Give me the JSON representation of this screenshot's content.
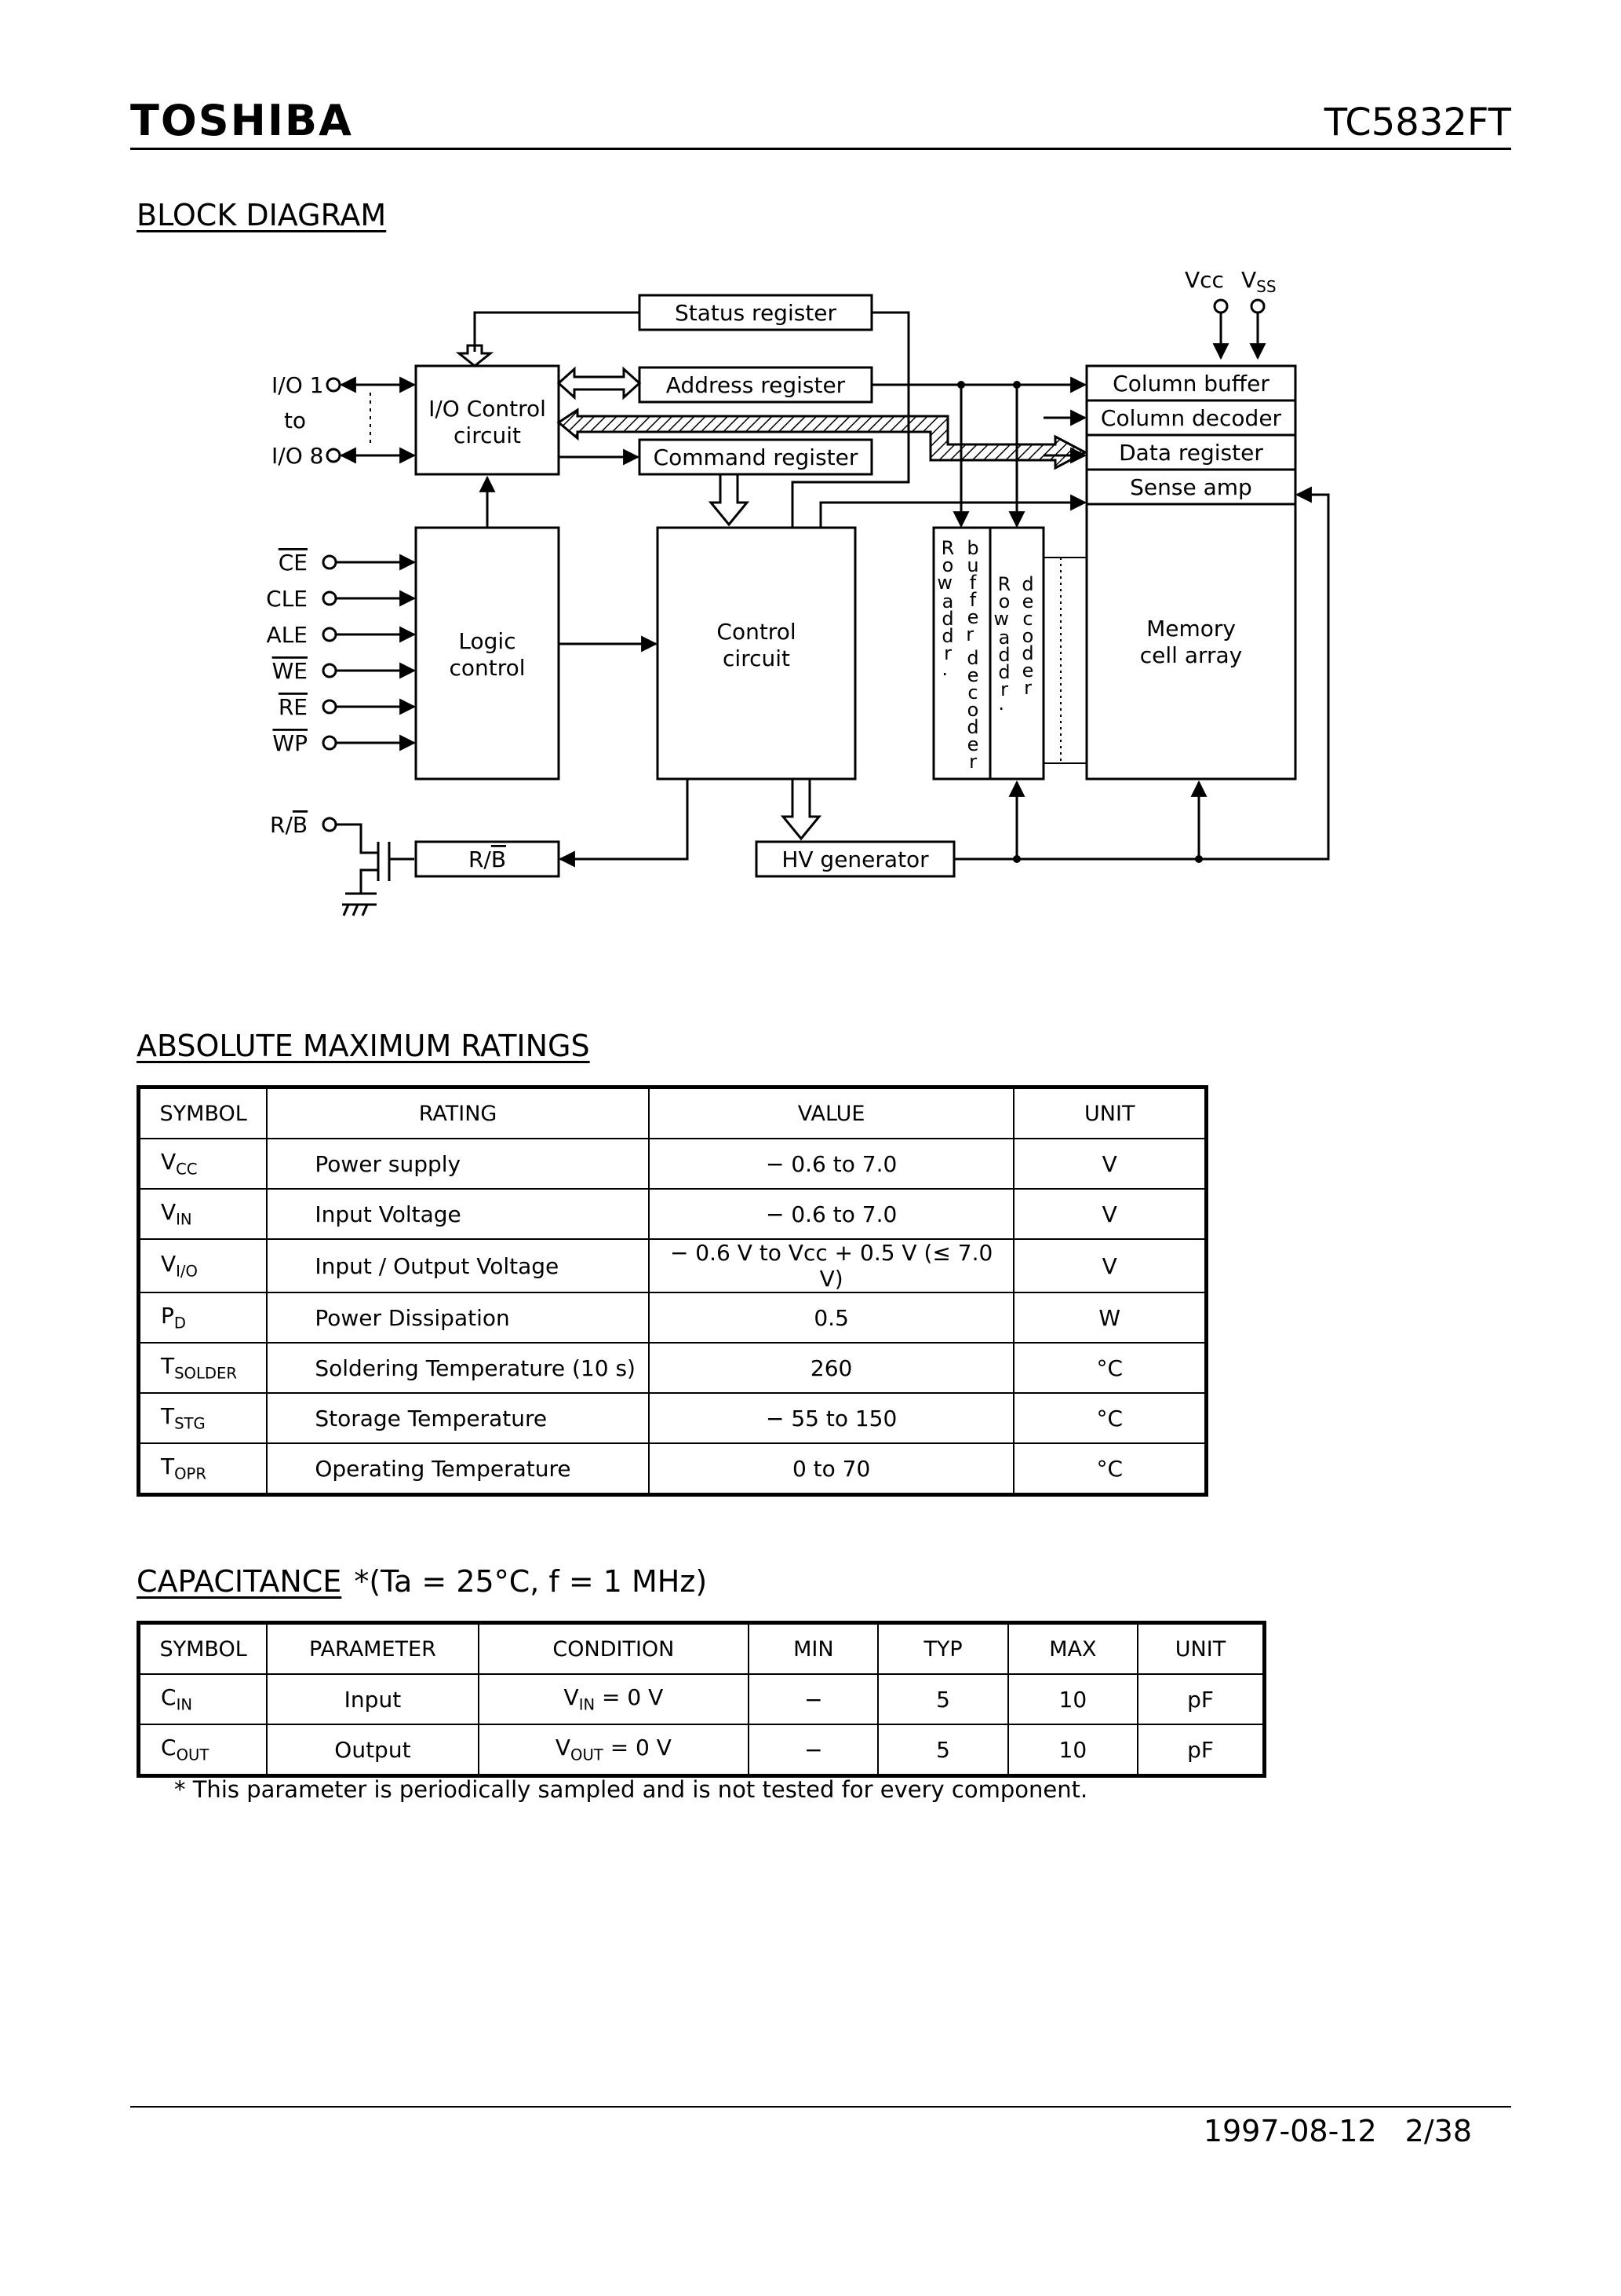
{
  "header": {
    "brand": "TOSHIBA",
    "part_number": "TC5832FT"
  },
  "block_diagram": {
    "title": "BLOCK DIAGRAM",
    "supply": {
      "vcc": "Vcc",
      "vss": "VSS"
    },
    "io": {
      "io1": "I/O 1",
      "to": "to",
      "io8": "I/O 8"
    },
    "pins": [
      "CE",
      "CLE",
      "ALE",
      "WE",
      "RE",
      "WP"
    ],
    "rb_pin": "R/B",
    "blocks": {
      "status_register": "Status register",
      "address_register": "Address register",
      "command_register": "Command register",
      "io_control": [
        "I/O Control",
        "circuit"
      ],
      "logic_control": [
        "Logic",
        "control"
      ],
      "control_circuit": [
        "Control",
        "circuit"
      ],
      "row_address_buffer_decoder": [
        "Row",
        "addr.",
        "buffer",
        "decoder"
      ],
      "row_address_decoder": [
        "Row",
        "addr.",
        "decoder"
      ],
      "column_buffer": "Column buffer",
      "column_decoder": "Column decoder",
      "data_register": "Data register",
      "sense_amp": "Sense amp",
      "memory_cell_array": [
        "Memory",
        "cell array"
      ],
      "rb_block": "R/B",
      "hv_generator": "HV generator"
    }
  },
  "absolute_maximum_ratings": {
    "title": "ABSOLUTE MAXIMUM RATINGS",
    "columns": [
      "SYMBOL",
      "RATING",
      "VALUE",
      "UNIT"
    ],
    "rows": [
      {
        "sym": "V",
        "sub": "CC",
        "rating": "Power supply",
        "value": "− 0.6 to 7.0",
        "unit": "V"
      },
      {
        "sym": "V",
        "sub": "IN",
        "rating": "Input Voltage",
        "value": "− 0.6 to 7.0",
        "unit": "V"
      },
      {
        "sym": "V",
        "sub": "I/O",
        "rating": "Input / Output Voltage",
        "value": "− 0.6 V to Vcc + 0.5 V (≤ 7.0 V)",
        "unit": "V"
      },
      {
        "sym": "P",
        "sub": "D",
        "rating": "Power Dissipation",
        "value": "0.5",
        "unit": "W"
      },
      {
        "sym": "T",
        "sub": "SOLDER",
        "rating": "Soldering Temperature (10 s)",
        "value": "260",
        "unit": "°C"
      },
      {
        "sym": "T",
        "sub": "STG",
        "rating": "Storage Temperature",
        "value": "− 55 to 150",
        "unit": "°C"
      },
      {
        "sym": "T",
        "sub": "OPR",
        "rating": "Operating Temperature",
        "value": "0 to 70",
        "unit": "°C"
      }
    ]
  },
  "capacitance": {
    "title": "CAPACITANCE",
    "condition_note": "*(Ta = 25°C, f = 1 MHz)",
    "columns": [
      "SYMBOL",
      "PARAMETER",
      "CONDITION",
      "MIN",
      "TYP",
      "MAX",
      "UNIT"
    ],
    "rows": [
      {
        "sym": "C",
        "sub": "IN",
        "parameter": "Input",
        "cond_sym": "V",
        "cond_sub": "IN",
        "cond_val": "= 0 V",
        "min": "−",
        "typ": "5",
        "max": "10",
        "unit": "pF"
      },
      {
        "sym": "C",
        "sub": "OUT",
        "parameter": "Output",
        "cond_sym": "V",
        "cond_sub": "OUT",
        "cond_val": "= 0 V",
        "min": "−",
        "typ": "5",
        "max": "10",
        "unit": "pF"
      }
    ],
    "footnote": "* This parameter is periodically sampled and is not tested for every component."
  },
  "footer": {
    "date": "1997-08-12",
    "page": "2/38"
  }
}
